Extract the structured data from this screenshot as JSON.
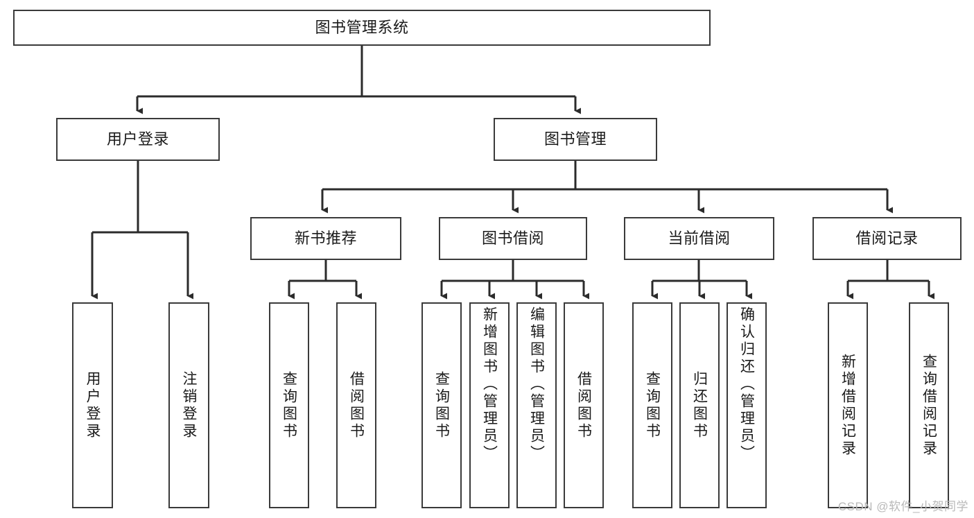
{
  "diagram": {
    "title": "图书管理系统",
    "type": "tree",
    "watermark": "CSDN @软件_小贺同学",
    "colors": {
      "box_border": "#3a3a3a",
      "box_fill": "#ffffff",
      "connector": "#2b2b2b",
      "text": "#1a1a1a",
      "watermark": "#b9b9b9"
    },
    "root": {
      "label": "图书管理系统"
    },
    "level2": [
      {
        "label": "用户登录"
      },
      {
        "label": "图书管理"
      }
    ],
    "level3": [
      {
        "label": "新书推荐"
      },
      {
        "label": "图书借阅"
      },
      {
        "label": "当前借阅"
      },
      {
        "label": "借阅记录"
      }
    ],
    "leaves": {
      "user_login": [
        {
          "label": "用户登录"
        },
        {
          "label": "注销登录"
        }
      ],
      "new_book_recommend": [
        {
          "label": "查询图书"
        },
        {
          "label": "借阅图书"
        }
      ],
      "book_borrow": [
        {
          "label": "查询图书"
        },
        {
          "label": "新增图书（管理员）"
        },
        {
          "label": "编辑图书（管理员）"
        },
        {
          "label": "借阅图书"
        }
      ],
      "current_borrow": [
        {
          "label": "查询图书"
        },
        {
          "label": "归还图书"
        },
        {
          "label": "确认归还（管理员）"
        }
      ],
      "borrow_record": [
        {
          "label": "新增借阅记录"
        },
        {
          "label": "查询借阅记录"
        }
      ]
    }
  }
}
